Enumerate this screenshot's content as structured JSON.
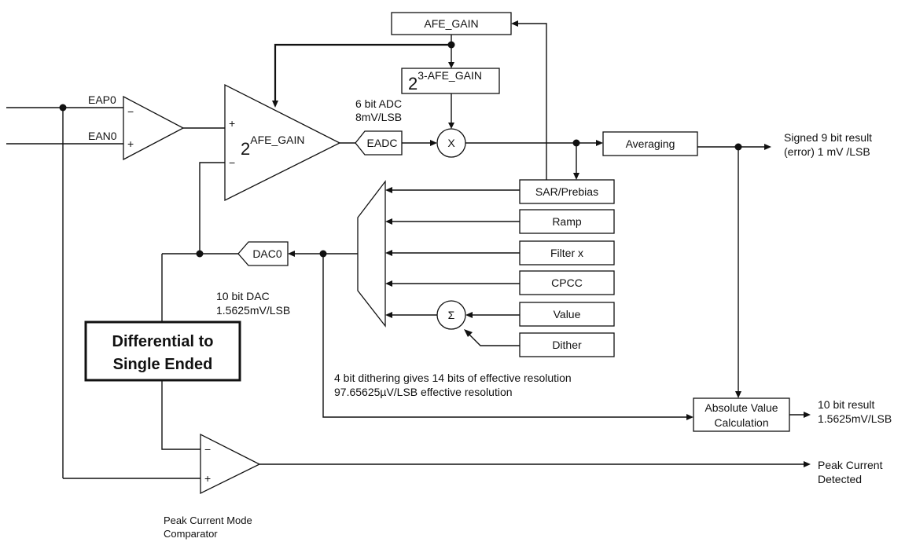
{
  "labels": {
    "eap0": "EAP0",
    "ean0": "EAN0",
    "afe_gain_box": "AFE_GAIN",
    "gain_base": "2",
    "gain_exp": "AFE_GAIN",
    "scale_base": "2",
    "scale_exp": "3-AFE_GAIN",
    "plus": "+",
    "minus": "−",
    "adc_line1": "6 bit ADC",
    "adc_line2": "8mV/LSB",
    "eadc": "EADC",
    "multiply": "X",
    "averaging": "Averaging",
    "result9_line1": "Signed 9 bit result",
    "result9_line2": "(error) 1 mV /LSB",
    "sar_prebias": "SAR/Prebias",
    "ramp": "Ramp",
    "filter_x": "Filter x",
    "cpcc": "CPCC",
    "value": "Value",
    "dither": "Dither",
    "sigma": "Σ",
    "dac0": "DAC0",
    "dac_line1": "10 bit DAC",
    "dac_line2": "1.5625mV/LSB",
    "diff_line1": "Differential to",
    "diff_line2": "Single Ended",
    "dither_note_line1": "4 bit dithering gives 14 bits of effective resolution",
    "dither_note_line2": "97.65625µV/LSB effective resolution",
    "abs_line1": "Absolute Value",
    "abs_line2": "Calculation",
    "result10_line1": "10 bit result",
    "result10_line2": "1.5625mV/LSB",
    "peak_line1": "Peak Current",
    "peak_line2": "Detected",
    "comp_line1": "Peak Current Mode",
    "comp_line2": "Comparator"
  }
}
